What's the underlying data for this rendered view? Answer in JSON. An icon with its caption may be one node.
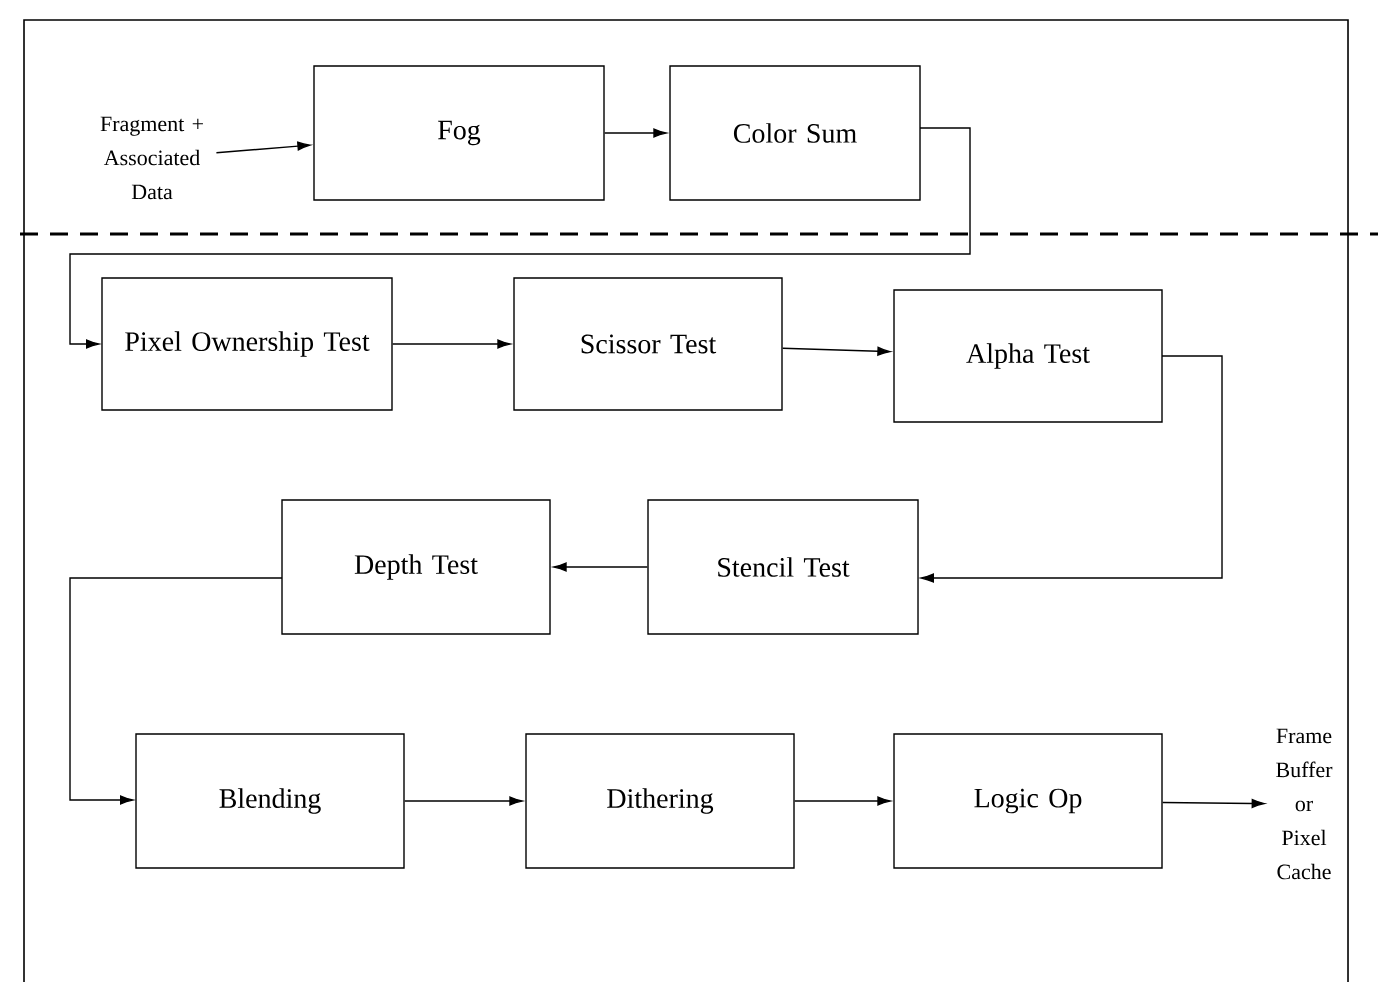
{
  "diagram": {
    "nodes": [
      {
        "text": [
          "Fragment + Associated Data"
        ]
      },
      {
        "text": [
          "Fog"
        ]
      },
      {
        "text": [
          "Color Sum"
        ]
      },
      {
        "text": [
          "Pixel Ownership Test"
        ]
      },
      {
        "text": [
          "Scissor Test"
        ]
      },
      {
        "text": [
          "Alpha Test"
        ]
      },
      {
        "text": [
          "Stencil Test"
        ]
      },
      {
        "text": [
          "Depth Test"
        ]
      },
      {
        "text": [
          "Blending"
        ]
      },
      {
        "text": [
          "Dithering"
        ]
      },
      {
        "text": [
          "Logic Op"
        ]
      },
      {
        "text": [
          "Frame Buffer or Pixel Cache"
        ]
      }
    ],
    "edges": [
      {
        "from": 0,
        "to": 1,
        "arrow": "to"
      },
      {
        "from": 1,
        "to": 2,
        "arrow": "to"
      },
      {
        "from": 2,
        "to": 3,
        "arrow": "to"
      },
      {
        "from": 3,
        "to": 4,
        "arrow": "to"
      },
      {
        "from": 4,
        "to": 5,
        "arrow": "to"
      },
      {
        "from": 5,
        "to": 6,
        "arrow": "to"
      },
      {
        "from": 6,
        "to": 7,
        "arrow": "to"
      },
      {
        "from": 7,
        "to": 8,
        "arrow": "to"
      },
      {
        "from": 8,
        "to": 9,
        "arrow": "to"
      },
      {
        "from": 9,
        "to": 10,
        "arrow": "to"
      },
      {
        "from": 10,
        "to": 11,
        "arrow": "to"
      }
    ]
  }
}
